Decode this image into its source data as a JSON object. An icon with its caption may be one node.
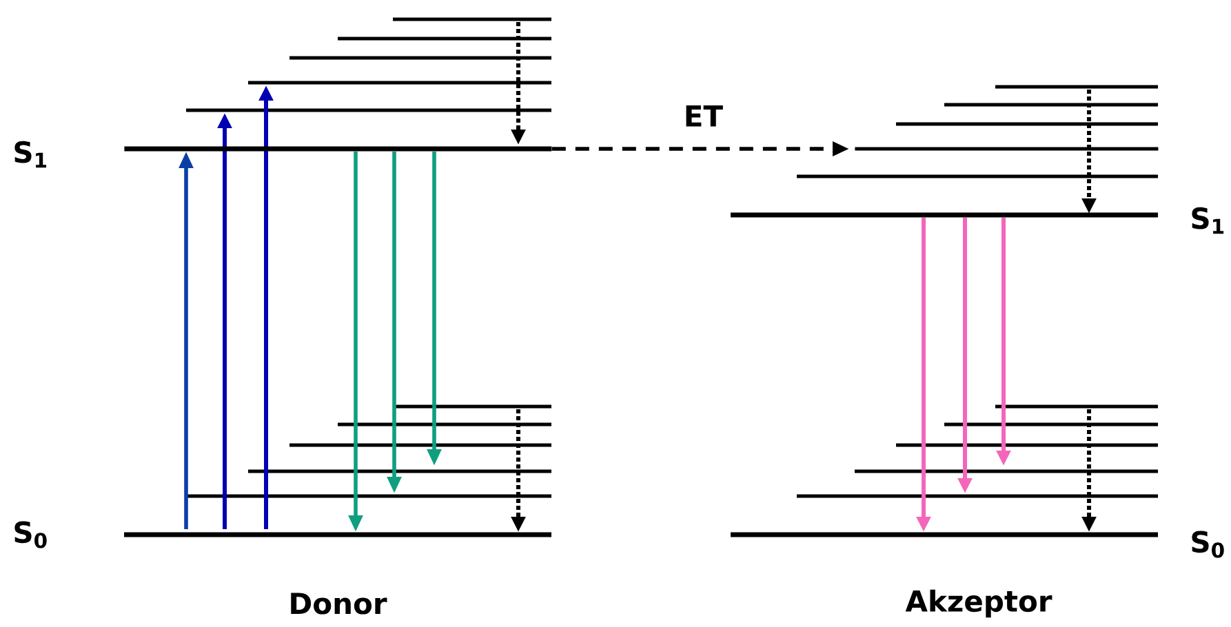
{
  "diagram": {
    "nodes": [
      {
        "text": [],
        "shape": "bar"
      },
      {
        "text": [],
        "shape": "bar"
      }
    ],
    "edges": [
      {
        "from": 0,
        "to": 1,
        "arrow": "to",
        "style": "dashed",
        "label": "ET",
        "color": "#000000"
      },
      {
        "from": null,
        "to": 0,
        "arrow": "to",
        "color": "#0a3fa6"
      },
      {
        "from": 0,
        "to": null,
        "arrow": "to",
        "color": "#0f9e80"
      },
      {
        "from": 0,
        "to": null,
        "arrow": "to",
        "color": "#0f9e80"
      },
      {
        "from": 0,
        "to": null,
        "arrow": "to",
        "color": "#0f9e80"
      }
    ],
    "labels": [
      "S$_{1}$",
      "S$_{0}$",
      "Donor",
      "S$_{1}$",
      "S$_{0}$",
      "Akzeptor"
    ]
  }
}
